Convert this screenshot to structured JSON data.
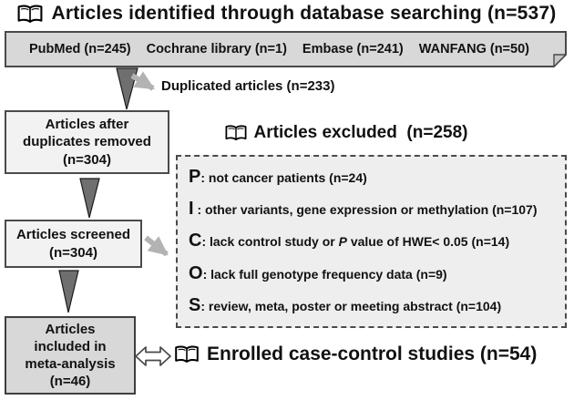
{
  "colors": {
    "box_fill_dark": "#d8d8d8",
    "box_fill_light": "#f2f2f2",
    "excluded_fill": "#eeeeee",
    "border": "#4a4a4a",
    "arrow_dark": "#6f6f6f",
    "arrow_light": "#b3b3b3",
    "text": "#111111"
  },
  "title": "Articles identified through database searching (n=537)",
  "databases": [
    "PubMed (n=245)",
    "Cochrane library (n=1)",
    "Embase (n=241)",
    "WANFANG (n=50)"
  ],
  "duplicated_label": "Duplicated articles (n=233)",
  "box_after_duplicates": [
    "Articles after",
    "duplicates removed",
    "(n=304)"
  ],
  "box_screened": [
    "Articles screened",
    "(n=304)"
  ],
  "box_included": [
    "Articles",
    "included in",
    "meta-analysis",
    "(n=46)"
  ],
  "excluded_title": "Articles excluded  (n=258)",
  "excluded_items": [
    {
      "letter": "P",
      "segments": [
        {
          "text": ": not cancer patients (n=24)"
        }
      ]
    },
    {
      "letter": "I",
      "segments": [
        {
          "text": " : other variants, gene expression or methylation (n=107)"
        }
      ]
    },
    {
      "letter": "C",
      "segments": [
        {
          "text": ": lack control study or "
        },
        {
          "text": "P",
          "italic": true
        },
        {
          "text": " value of HWE< 0.05 (n=14)"
        }
      ]
    },
    {
      "letter": "O",
      "segments": [
        {
          "text": ": lack full genotype frequency data (n=9)"
        }
      ]
    },
    {
      "letter": "S",
      "segments": [
        {
          "text": ": review, meta, poster or meeting abstract (n=104)"
        }
      ]
    }
  ],
  "enrolled_title": "Enrolled case-control studies (n=54)"
}
